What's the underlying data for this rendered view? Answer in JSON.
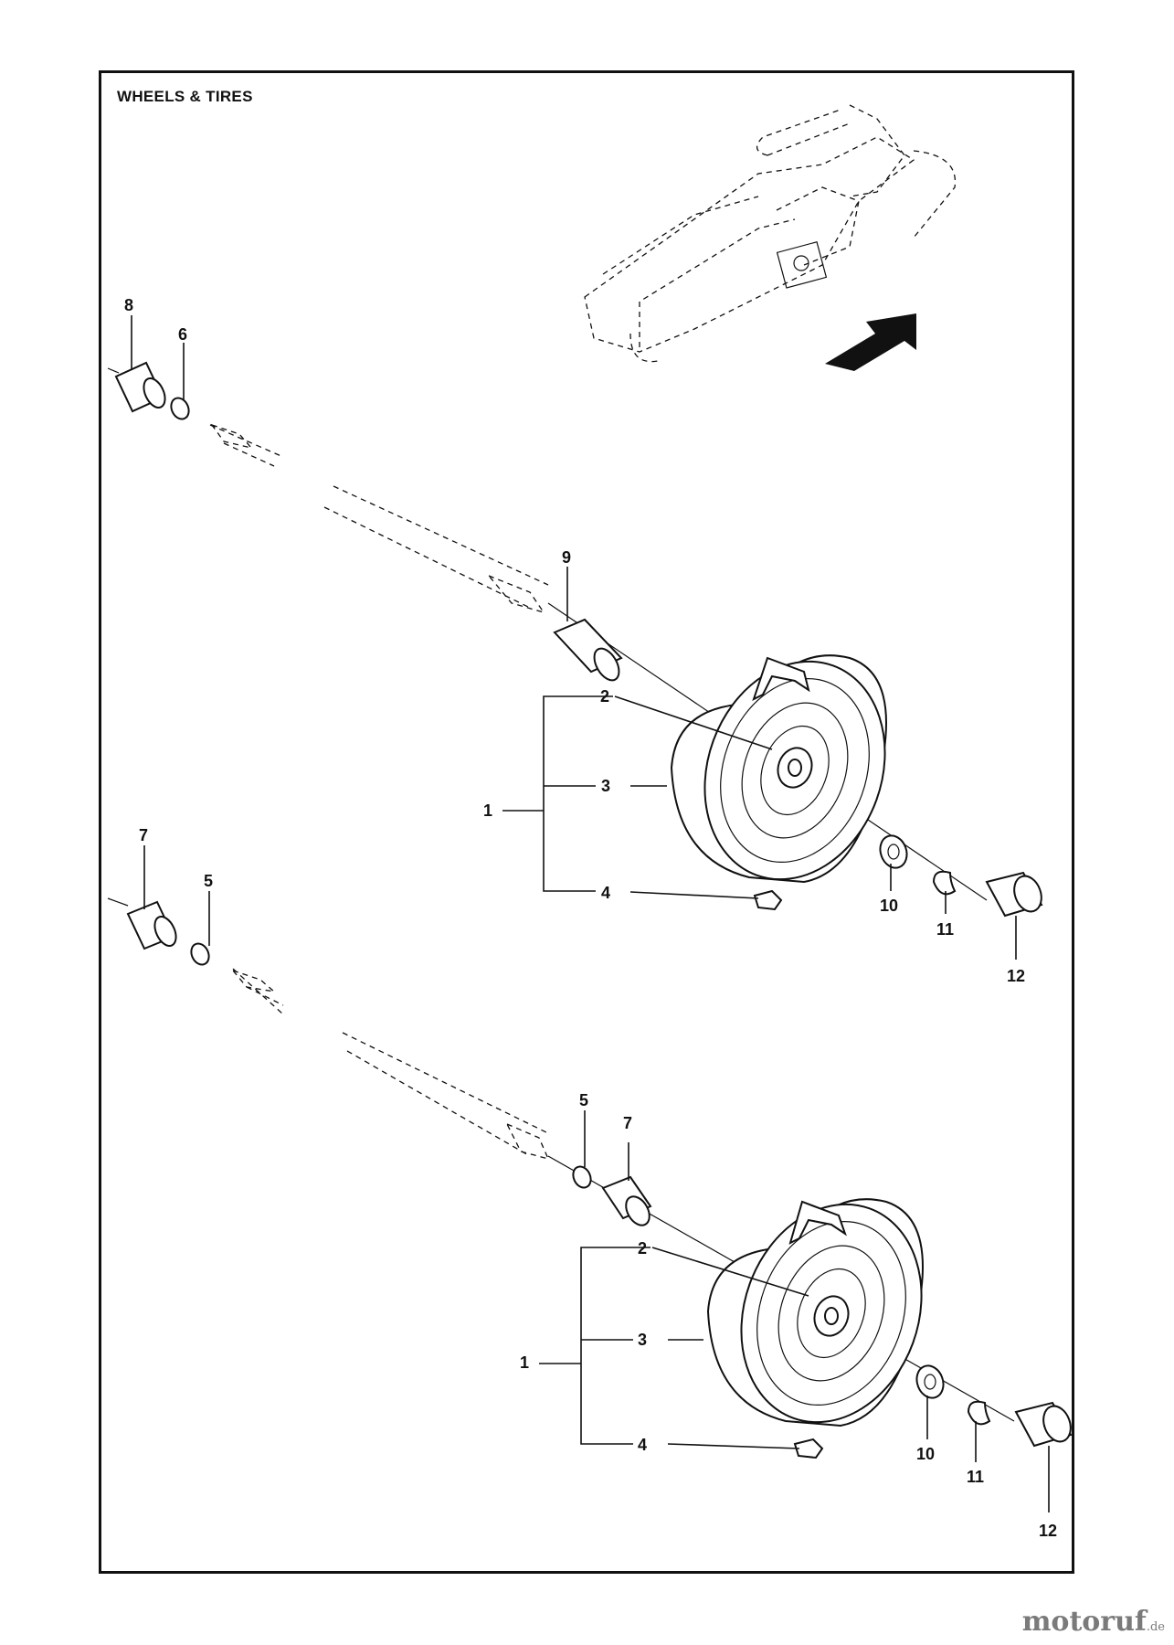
{
  "title": "WHEELS & TIRES",
  "watermark": {
    "brand": "motoruf",
    "suffix": ".de"
  },
  "callouts": {
    "upper": {
      "axle_sleeve": "8",
      "axle_washer": "6",
      "spacer": "9",
      "wheel_assembly": "1",
      "rim": "2",
      "tire": "3",
      "valve": "4",
      "washer": "10",
      "clip": "11",
      "hub_cap": "12"
    },
    "lower": {
      "axle_sleeve": "7",
      "axle_washer": "5",
      "inner_washer": "5",
      "spacer": "7",
      "wheel_assembly": "1",
      "rim": "2",
      "tire": "3",
      "valve": "4",
      "washer": "10",
      "clip": "11",
      "hub_cap": "12"
    }
  }
}
